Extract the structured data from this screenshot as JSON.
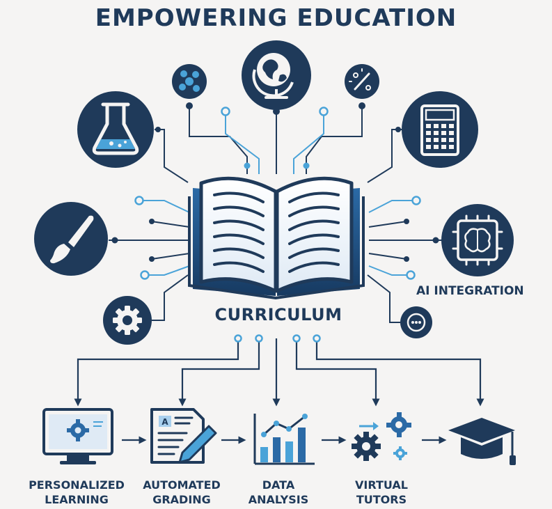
{
  "title": "EMPOWERING EDUCATION",
  "center": {
    "label": "CURRICULUM"
  },
  "icons": [
    {
      "name": "molecule-icon"
    },
    {
      "name": "globe-icon"
    },
    {
      "name": "percent-icon"
    },
    {
      "name": "flask-icon"
    },
    {
      "name": "calculator-icon"
    },
    {
      "name": "paintbrush-icon"
    },
    {
      "name": "ai-chip-icon",
      "label": "AI INTEGRATION"
    },
    {
      "name": "gear-icon"
    },
    {
      "name": "chat-icon"
    }
  ],
  "steps": [
    {
      "line1": "PERSONALIZED",
      "line2": "LEARNING",
      "icon": "monitor-gear-icon"
    },
    {
      "line1": "AUTOMATED",
      "line2": "GRADING",
      "icon": "document-pencil-icon"
    },
    {
      "line1": "DATA",
      "line2": "ANALYSIS",
      "icon": "bar-chart-icon"
    },
    {
      "line1": "VIRTUAL",
      "line2": "TUTORS",
      "icon": "gears-icon"
    },
    {
      "line1": "",
      "line2": "",
      "icon": "graduation-cap-icon"
    }
  ],
  "colors": {
    "navy": "#1f3a5a",
    "accent_blue": "#4aa3d8",
    "light_blue": "#a9d0ee",
    "background": "#f5f4f3"
  }
}
